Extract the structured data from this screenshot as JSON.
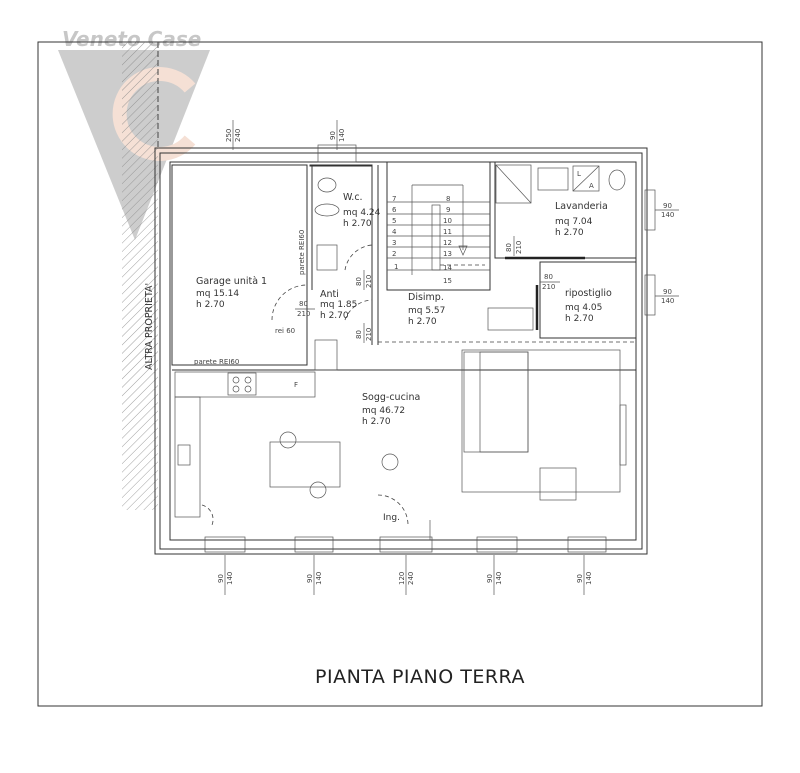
{
  "logo": {
    "text": "Veneto Case",
    "colors": {
      "grey": "#bdbdbd",
      "accent": "#e8a080"
    }
  },
  "title": "PIANTA PIANO TERRA",
  "boundary_label": "ALTRA PROPRIETA'",
  "rooms": [
    {
      "name": "Garage unità 1",
      "area": "mq 15.14",
      "height": "h 2.70"
    },
    {
      "name": "W.c.",
      "area": "mq 4.24",
      "height": "h 2.70"
    },
    {
      "name": "Anti",
      "area": "mq 1.85",
      "height": "h 2.70"
    },
    {
      "name": "Disimp.",
      "area": "mq 5.57",
      "height": "h 2.70"
    },
    {
      "name": "Lavanderia",
      "area": "mq 7.04",
      "height": "h 2.70"
    },
    {
      "name": "ripostiglio",
      "area": "mq 4.05",
      "height": "h 2.70"
    },
    {
      "name": "Sogg-cucina",
      "area": "mq 46.72",
      "height": "h 2.70"
    }
  ],
  "entrance_label": "Ing.",
  "wall_notes": [
    "parete REI60",
    "parete REI60",
    "rei 60"
  ],
  "fridge_label": "F",
  "laundry_labels": [
    "L",
    "A"
  ],
  "stair_steps": [
    "1",
    "2",
    "3",
    "4",
    "5",
    "6",
    "7",
    "8",
    "9",
    "10",
    "11",
    "12",
    "13",
    "14",
    "15"
  ],
  "doors": [
    {
      "w": "80",
      "h": "210"
    },
    {
      "w": "80",
      "h": "210"
    },
    {
      "w": "80",
      "h": "210"
    },
    {
      "w": "80",
      "h": "210"
    },
    {
      "w": "80",
      "h": "210"
    }
  ],
  "windows_top": [
    {
      "w": "250",
      "h": "240"
    },
    {
      "w": "90",
      "h": "140"
    }
  ],
  "windows_right": [
    {
      "w": "90",
      "h": "140"
    },
    {
      "w": "90",
      "h": "140"
    }
  ],
  "windows_bottom": [
    {
      "w": "90",
      "h": "140"
    },
    {
      "w": "90",
      "h": "140"
    },
    {
      "w": "120",
      "h": "240"
    },
    {
      "w": "90",
      "h": "140"
    },
    {
      "w": "90",
      "h": "140"
    }
  ]
}
